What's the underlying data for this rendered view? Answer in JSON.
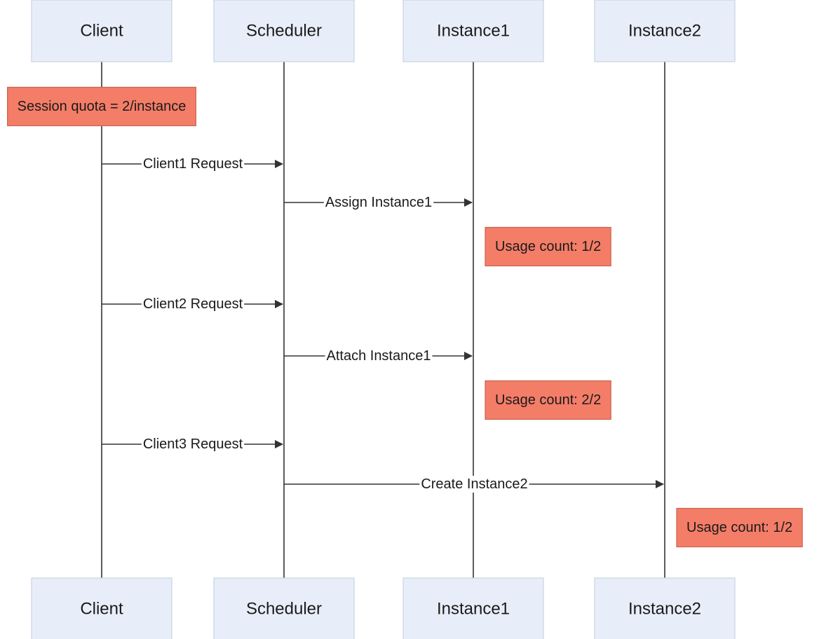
{
  "participants": [
    {
      "id": "client",
      "label": "Client"
    },
    {
      "id": "scheduler",
      "label": "Scheduler"
    },
    {
      "id": "instance1",
      "label": "Instance1"
    },
    {
      "id": "instance2",
      "label": "Instance2"
    }
  ],
  "events": [
    {
      "kind": "note",
      "over": "client",
      "text": "Session quota = 2/instance"
    },
    {
      "kind": "message",
      "from": "client",
      "to": "scheduler",
      "text": "Client1 Request"
    },
    {
      "kind": "message",
      "from": "scheduler",
      "to": "instance1",
      "text": "Assign Instance1"
    },
    {
      "kind": "note",
      "right_of": "instance1",
      "text": "Usage count: 1/2"
    },
    {
      "kind": "message",
      "from": "client",
      "to": "scheduler",
      "text": "Client2 Request"
    },
    {
      "kind": "message",
      "from": "scheduler",
      "to": "instance1",
      "text": "Attach Instance1"
    },
    {
      "kind": "note",
      "right_of": "instance1",
      "text": "Usage count: 2/2"
    },
    {
      "kind": "message",
      "from": "client",
      "to": "scheduler",
      "text": "Client3 Request"
    },
    {
      "kind": "message",
      "from": "scheduler",
      "to": "instance2",
      "text": "Create Instance2"
    },
    {
      "kind": "note",
      "right_of": "instance2",
      "text": "Usage count: 1/2"
    }
  ],
  "colors": {
    "participant_fill": "#e8eef9",
    "participant_stroke": "#c9d3e3",
    "note_fill": "#f47d68",
    "note_stroke": "#c96450",
    "line": "#333333",
    "text": "#1a1a1a"
  }
}
